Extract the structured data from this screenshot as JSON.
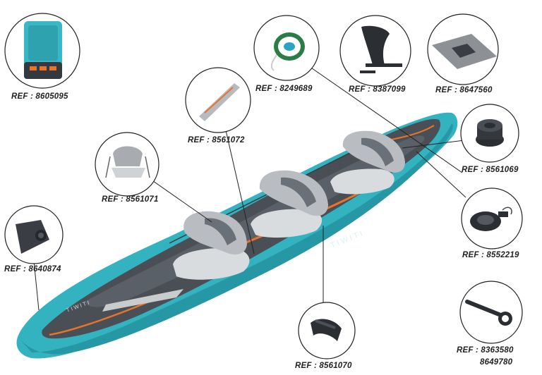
{
  "kayak": {
    "brand_text": "TIWITI",
    "colors": {
      "hull": "#33b3c0",
      "hull_dark": "#2697a4",
      "deck": "#4a4f56",
      "seat": "#d9dcde",
      "accent": "#e8742c"
    }
  },
  "parts": [
    {
      "id": "bag",
      "icon": "backpack-icon",
      "ref": "REF : 8605095"
    },
    {
      "id": "hose",
      "icon": "rope-coil-icon",
      "ref": "REF : 8249689"
    },
    {
      "id": "fin",
      "icon": "fin-icon",
      "ref": "REF : 8387099"
    },
    {
      "id": "patch",
      "icon": "patch-icon",
      "ref": "REF : 8647560"
    },
    {
      "id": "handle",
      "icon": "handle-icon",
      "ref": "REF : 8561072"
    },
    {
      "id": "valve-cap",
      "icon": "valve-cap-icon",
      "ref": "REF : 8561069"
    },
    {
      "id": "seat",
      "icon": "seat-icon",
      "ref": "REF : 8561071"
    },
    {
      "id": "valve",
      "icon": "valve-icon",
      "ref": "REF : 8552219"
    },
    {
      "id": "skeg-plate",
      "icon": "skeg-plate-icon",
      "ref": "REF : 8640874"
    },
    {
      "id": "strap",
      "icon": "strap-icon",
      "ref": "REF : 8561070"
    },
    {
      "id": "wrench",
      "icon": "wrench-icon",
      "ref": "REF : 8363580",
      "ref2": "8649780"
    }
  ]
}
